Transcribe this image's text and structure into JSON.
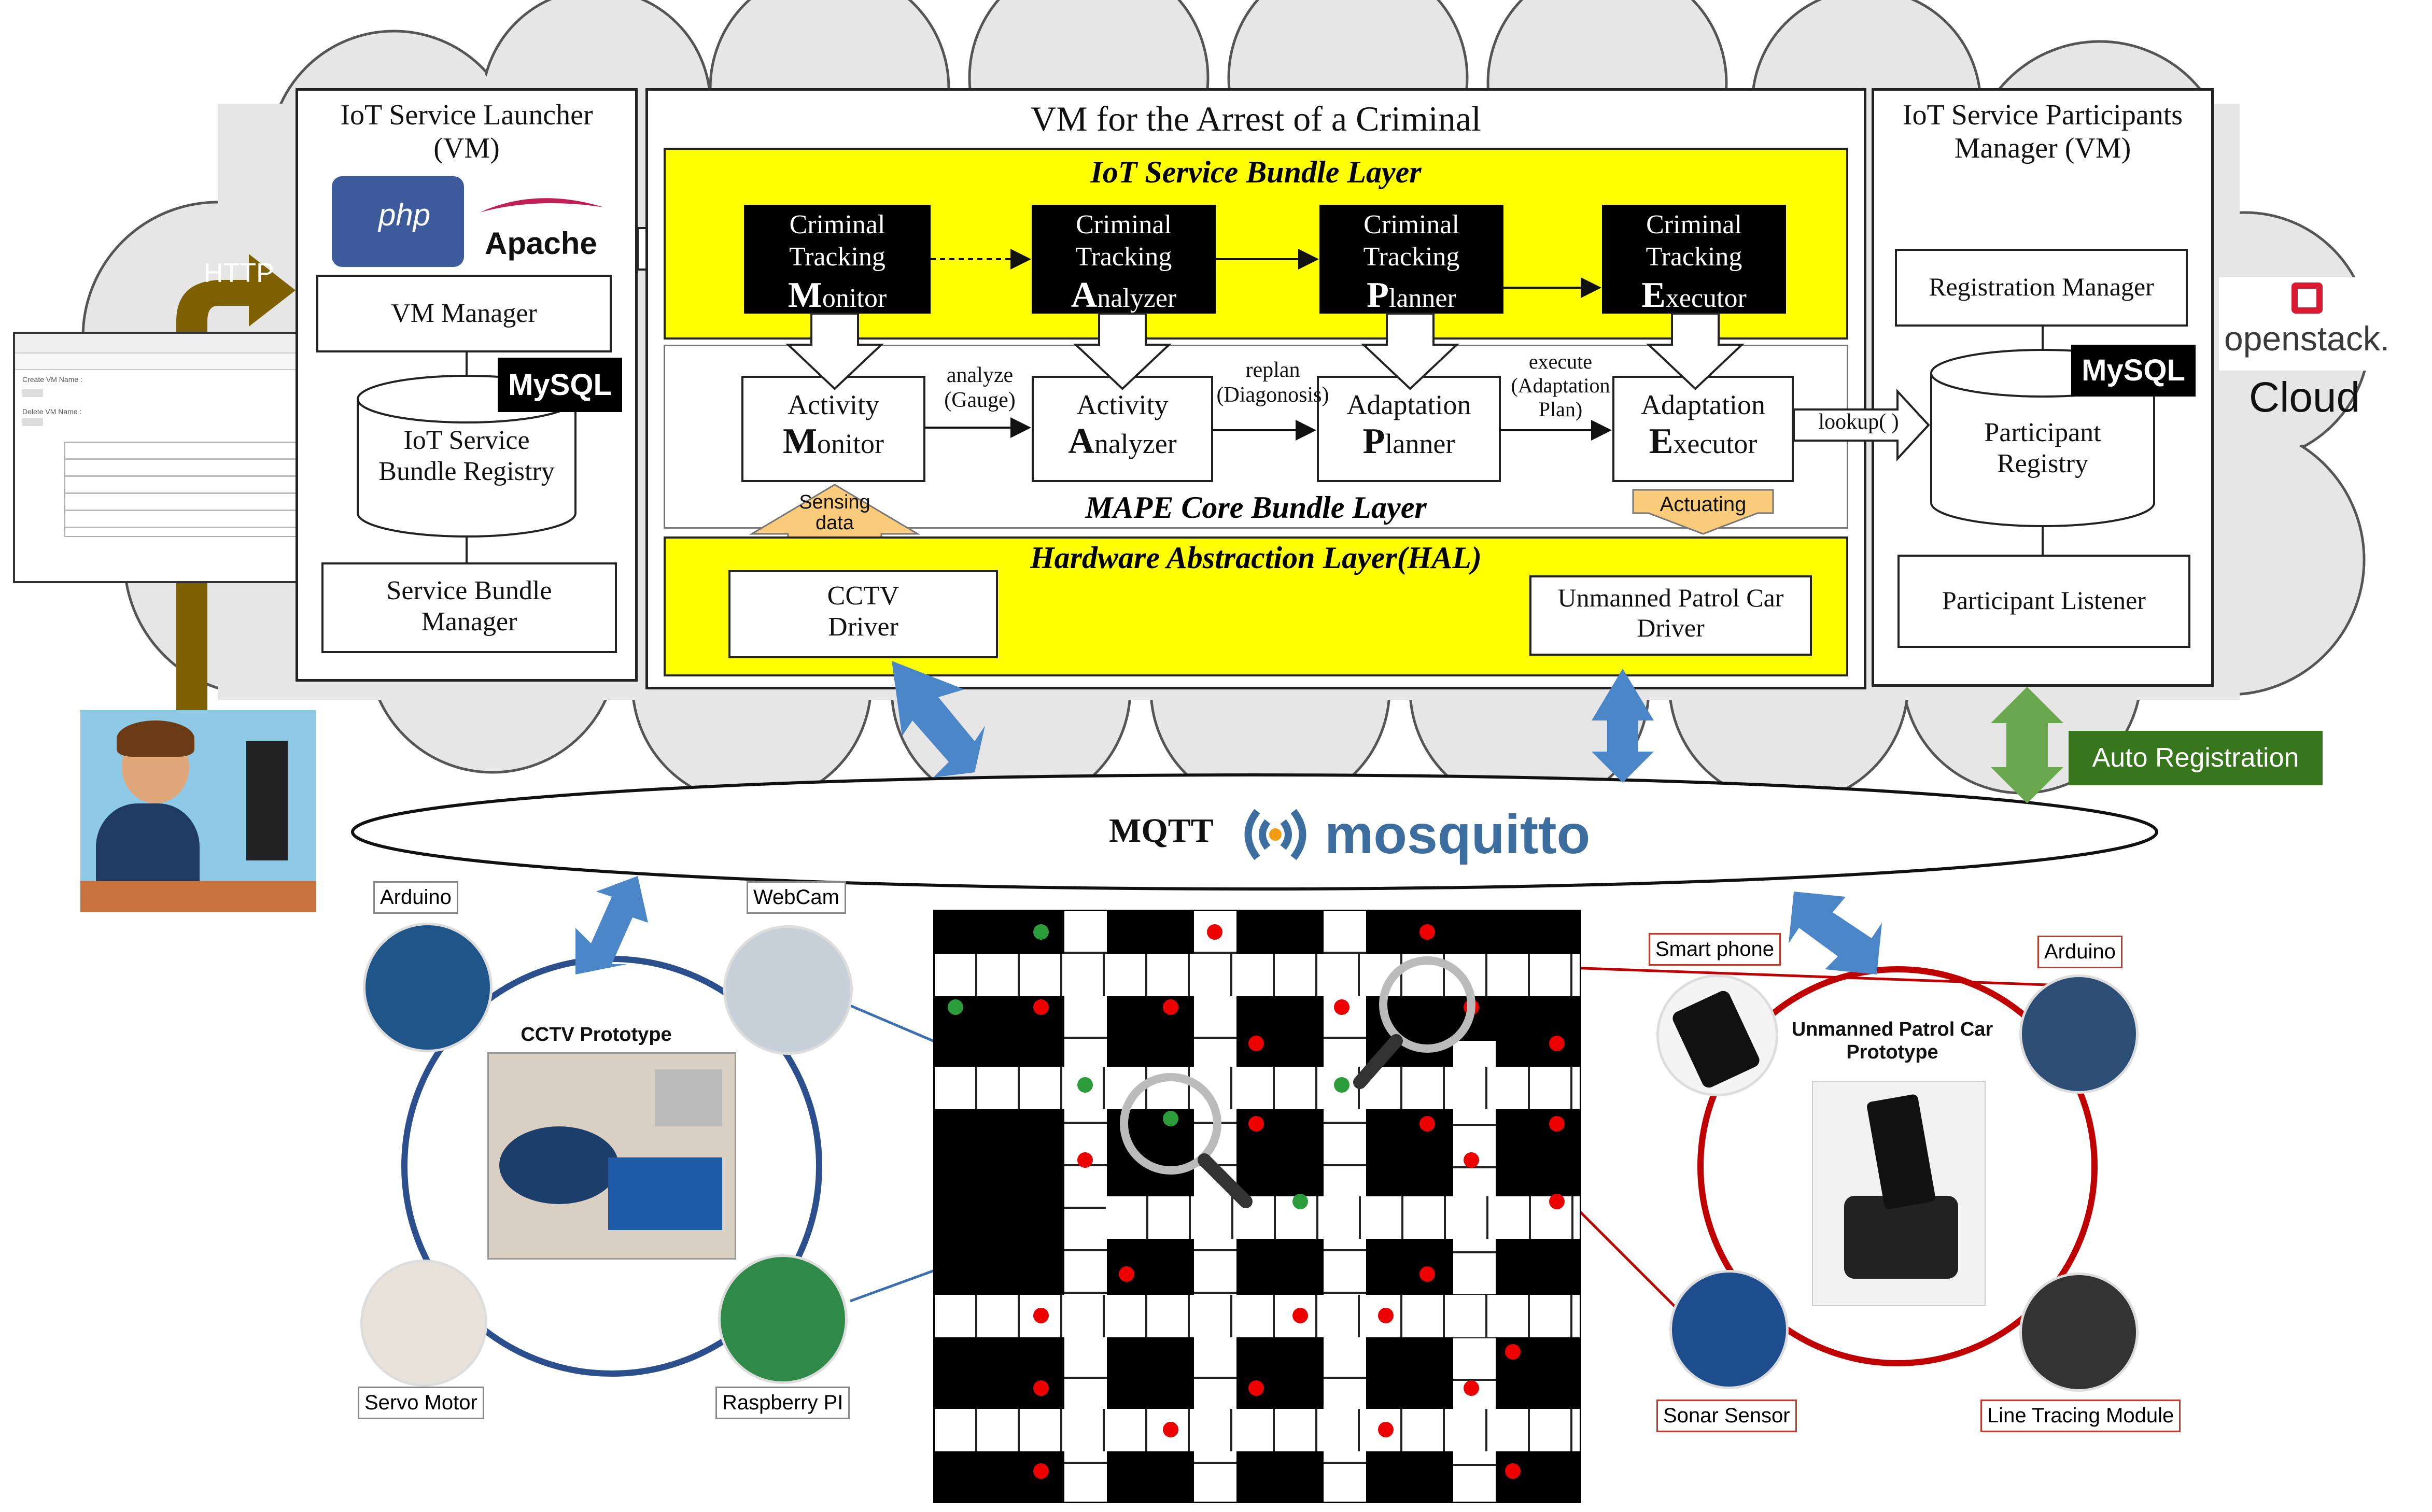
{
  "launcher": {
    "title": "IoT Service Launcher (VM)",
    "php": "php",
    "apache": "Apache",
    "vm_manager": "VM Manager",
    "mysql": "MySQL",
    "registry": "IoT Service Bundle Registry",
    "bundle_manager": "Service Bundle Manager"
  },
  "http": "HTTP",
  "vm": {
    "title": "VM for the Arrest of a Criminal"
  },
  "bundle_layer": {
    "title": "IoT Service Bundle Layer",
    "monitor": {
      "line1": "Criminal",
      "line2": "Tracking",
      "initial": "M",
      "rest": "onitor"
    },
    "analyzer": {
      "line1": "Criminal",
      "line2": "Tracking",
      "initial": "A",
      "rest": "nalyzer"
    },
    "planner": {
      "line1": "Criminal",
      "line2": "Tracking",
      "initial": "P",
      "rest": "lanner"
    },
    "executor": {
      "line1": "Criminal",
      "line2": "Tracking",
      "initial": "E",
      "rest": "xecutor"
    }
  },
  "mape": {
    "title": "MAPE Core Bundle Layer",
    "monitor": {
      "line1": "Activity",
      "initial": "M",
      "rest": "onitor"
    },
    "analyzer": {
      "line1": "Activity",
      "initial": "A",
      "rest": "nalyzer"
    },
    "planner": {
      "line1": "Adaptation",
      "initial": "P",
      "rest": "lanner"
    },
    "executor": {
      "line1": "Adaptation",
      "initial": "E",
      "rest": "xecutor"
    },
    "analyze": "analyze",
    "gauge": "(Gauge)",
    "replan": "replan",
    "diagnosis": "(Diagonosis)",
    "execute": "execute",
    "adaptation": "(Adaptation",
    "plan": "Plan)",
    "sensing1": "Sensing",
    "sensing2": "data",
    "actuating": "Actuating"
  },
  "hal": {
    "title": "Hardware Abstraction Layer(HAL)",
    "cctv1": "CCTV",
    "cctv2": "Driver",
    "car1": "Unmanned Patrol Car",
    "car2": "Driver"
  },
  "participants": {
    "title": "IoT Service Participants Manager (VM)",
    "registration": "Registration Manager",
    "mysql": "MySQL",
    "registry1": "Participant",
    "registry2": "Registry",
    "listener": "Participant Listener",
    "lookup": "lookup( )"
  },
  "openstack": "openstack.",
  "cloud": "Cloud",
  "auto_registration": "Auto Registration",
  "mqtt": "MQTT",
  "mosquitto": "mosquitto",
  "cctv_proto": {
    "title": "CCTV Prototype",
    "arduino": "Arduino",
    "webcam": "WebCam",
    "servo": "Servo Motor",
    "raspberry": "Raspberry PI"
  },
  "car_proto": {
    "title1": "Unmanned Patrol Car",
    "title2": "Prototype",
    "phone": "Smart phone",
    "arduino": "Arduino",
    "sonar": "Sonar Sensor",
    "line": "Line Tracing Module"
  },
  "browser": {
    "create": "Create VM Name :",
    "delete": "Delete VM Name :"
  },
  "colors": {
    "yellow": "#ffff00",
    "blue_arrow": "#3a78c9",
    "green": "#6aa84f",
    "dark_green": "#38761d",
    "cctv_ring": "#2b4f8c",
    "car_ring": "#c00000",
    "orange": "#f9cb7a"
  }
}
